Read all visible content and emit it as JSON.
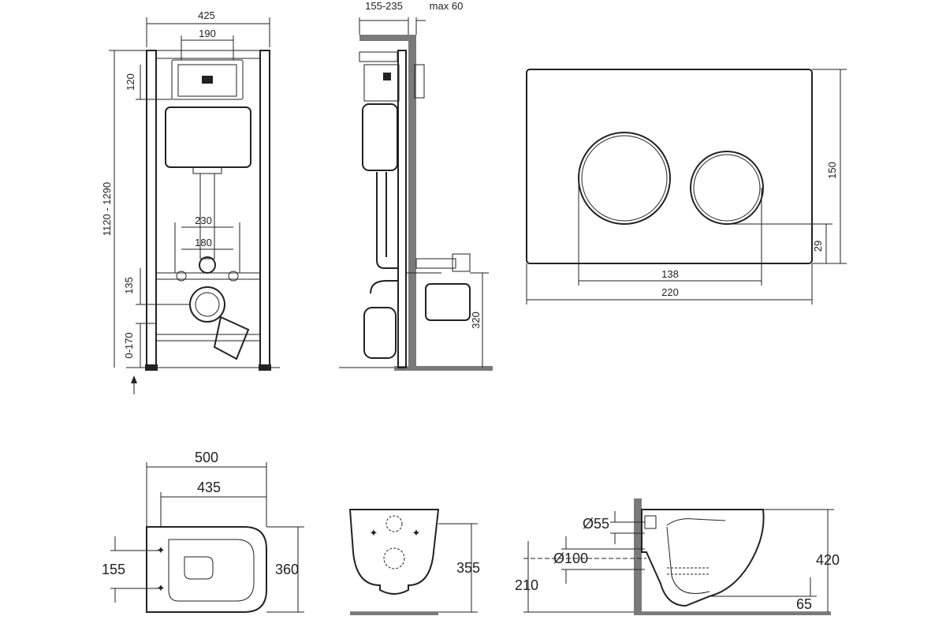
{
  "top": {
    "front_width": "425",
    "panel_width": "190",
    "top_offset": "120",
    "height_range": "1120 - 1290",
    "pipe_spacing_outer": "230",
    "pipe_spacing_inner": "180",
    "drain_height": "135",
    "foot_range": "0-170",
    "depth_range": "155-235",
    "wall_max": "max 60",
    "side_height": "320"
  },
  "flush_plate": {
    "height": "150",
    "button_offset": "29",
    "button_span": "138",
    "plate_width": "220"
  },
  "bottom": {
    "bowl_length": "500",
    "bowl_inner_length": "435",
    "bowl_width": "360",
    "bolt_spacing": "155",
    "back_height": "355",
    "inlet_diameter": "Ø55",
    "outlet_diameter": "Ø100",
    "outlet_height": "210",
    "bowl_height": "420",
    "outlet_offset": "65"
  }
}
